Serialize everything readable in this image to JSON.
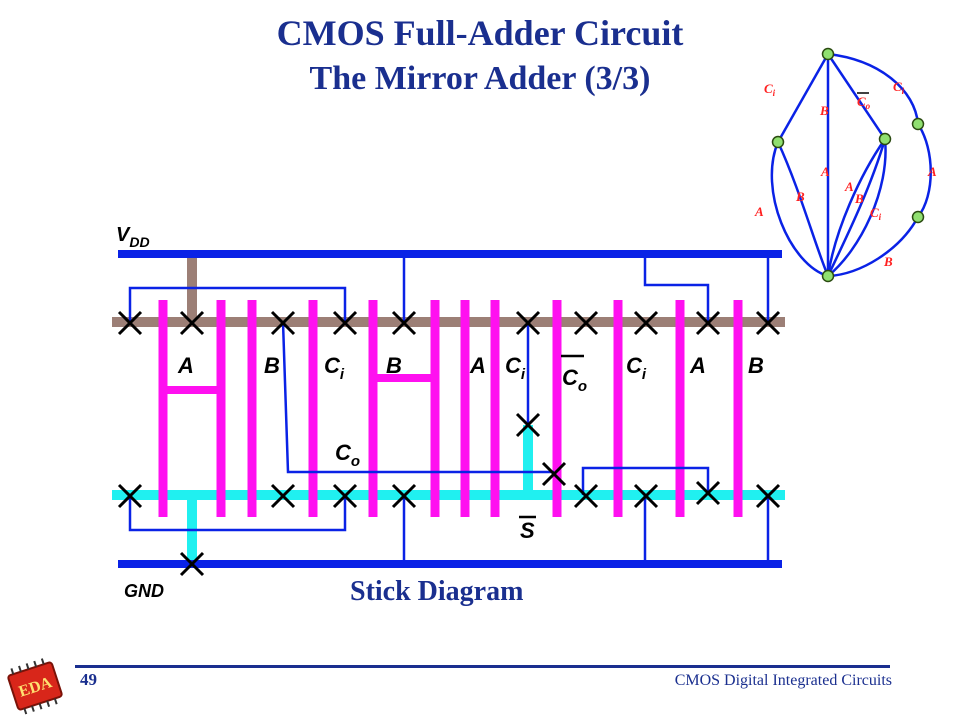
{
  "title": {
    "line1": "CMOS Full-Adder Circuit",
    "line2": "The Mirror Adder (3/3)"
  },
  "stick": {
    "vdd": "V",
    "vdd_sub": "DD",
    "gnd": "GND",
    "caption": "Stick Diagram",
    "gates": [
      {
        "name": "A",
        "sub": ""
      },
      {
        "name": "B",
        "sub": ""
      },
      {
        "name": "C",
        "sub": "i"
      },
      {
        "name": "B",
        "sub": ""
      },
      {
        "name": "A",
        "sub": ""
      },
      {
        "name": "C",
        "sub": "i"
      },
      {
        "name": "C",
        "sub": "o",
        "bar": true
      },
      {
        "name": "C",
        "sub": "i"
      },
      {
        "name": "A",
        "sub": ""
      },
      {
        "name": "B",
        "sub": ""
      }
    ],
    "co_label": {
      "name": "C",
      "sub": "o"
    },
    "s_label": "S"
  },
  "graph": {
    "labels": [
      {
        "name": "C",
        "sub": "i"
      },
      {
        "name": "C",
        "sub": "i"
      },
      {
        "name": "C",
        "sub": "o",
        "bar": true
      },
      {
        "name": "B",
        "sub": ""
      },
      {
        "name": "A",
        "sub": ""
      },
      {
        "name": "A",
        "sub": ""
      },
      {
        "name": "A",
        "sub": ""
      },
      {
        "name": "B",
        "sub": ""
      },
      {
        "name": "A",
        "sub": ""
      },
      {
        "name": "B",
        "sub": ""
      },
      {
        "name": "C",
        "sub": "i"
      },
      {
        "name": "B",
        "sub": ""
      }
    ]
  },
  "footer": {
    "page": "49",
    "text": "CMOS Digital Integrated Circuits",
    "logo_text": "EDA"
  },
  "colors": {
    "title": "#1a2f8f",
    "rail": "#0a22e6",
    "poly": "#ff10f0",
    "pdiff": "#9c7f76",
    "ndiff": "#20f0f0",
    "metal_wire": "#0a22e6",
    "graph_node": "#90e070",
    "graph_text": "#ff2020"
  }
}
